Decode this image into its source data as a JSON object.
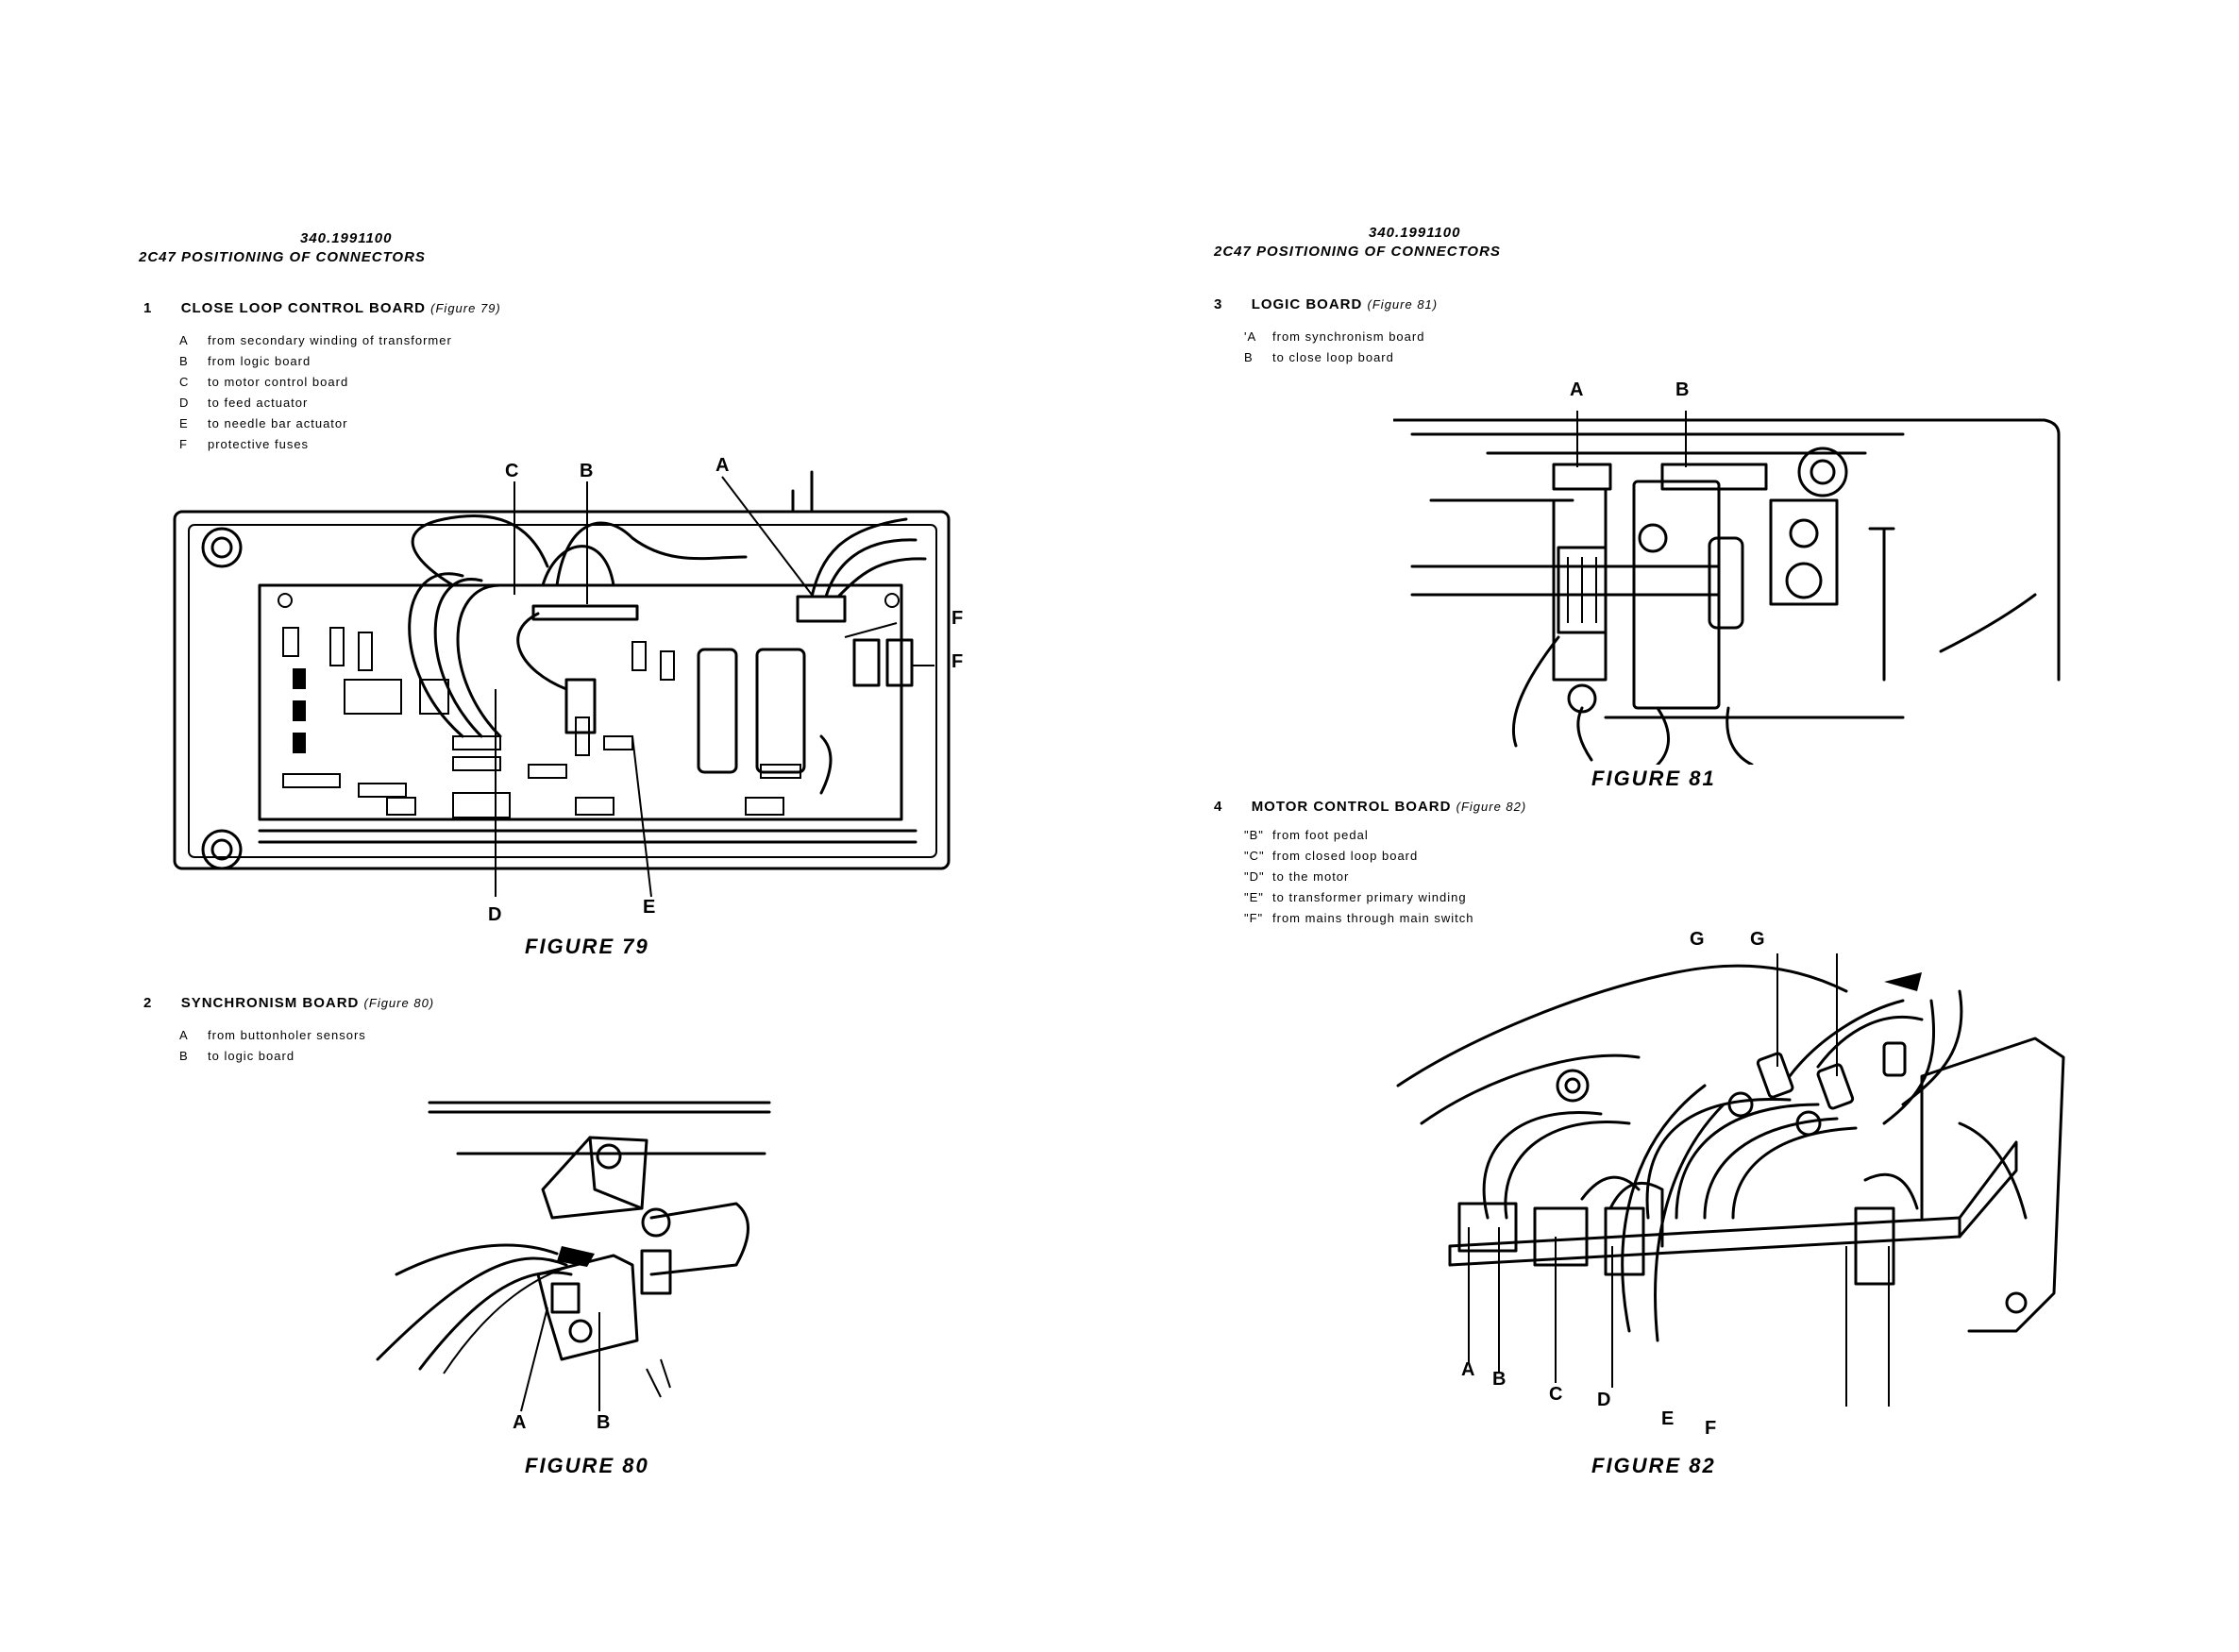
{
  "left_page": {
    "doc_number": "340.1991100",
    "section_title": "2C47  POSITIONING OF CONNECTORS",
    "item1": {
      "number": "1",
      "title": "CLOSE LOOP CONTROL BOARD",
      "figure_ref": "(Figure 79)",
      "legend": [
        {
          "key": "A",
          "text": "from secondary winding of transformer"
        },
        {
          "key": "B",
          "text": "from logic board"
        },
        {
          "key": "C",
          "text": "to motor control board"
        },
        {
          "key": "D",
          "text": "to feed actuator"
        },
        {
          "key": "E",
          "text": "to needle bar actuator"
        },
        {
          "key": "F",
          "text": "protective fuses"
        }
      ],
      "callouts": [
        "A",
        "B",
        "C",
        "D",
        "E",
        "F"
      ],
      "caption": "FIGURE 79"
    },
    "item2": {
      "number": "2",
      "title": "SYNCHRONISM BOARD",
      "figure_ref": "(Figure 80)",
      "legend": [
        {
          "key": "A",
          "text": "from buttonholer sensors"
        },
        {
          "key": "B",
          "text": "to logic board"
        }
      ],
      "callouts": [
        "A",
        "B"
      ],
      "caption": "FIGURE 80"
    }
  },
  "right_page": {
    "doc_number": "340.1991100",
    "section_title": "2C47  POSITIONING OF CONNECTORS",
    "item3": {
      "number": "3",
      "title": "LOGIC BOARD",
      "figure_ref": "(Figure 81)",
      "legend": [
        {
          "key": "'A",
          "text": "from synchronism board"
        },
        {
          "key": "B",
          "text": "to close loop board"
        }
      ],
      "callouts": [
        "A",
        "B"
      ],
      "caption": "FIGURE 81"
    },
    "item4": {
      "number": "4",
      "title": "MOTOR CONTROL BOARD",
      "figure_ref": "(Figure 82)",
      "legend": [
        {
          "key": "\"B\"",
          "text": "from foot pedal"
        },
        {
          "key": "\"C\"",
          "text": "from closed loop board"
        },
        {
          "key": "\"D\"",
          "text": "to the motor"
        },
        {
          "key": "\"E\"",
          "text": "to transformer primary winding"
        },
        {
          "key": "\"F\"",
          "text": "from mains through main switch"
        }
      ],
      "callouts": [
        "G",
        "G",
        "A",
        "B",
        "C",
        "D",
        "E",
        "F"
      ],
      "caption": "FIGURE 82"
    }
  }
}
